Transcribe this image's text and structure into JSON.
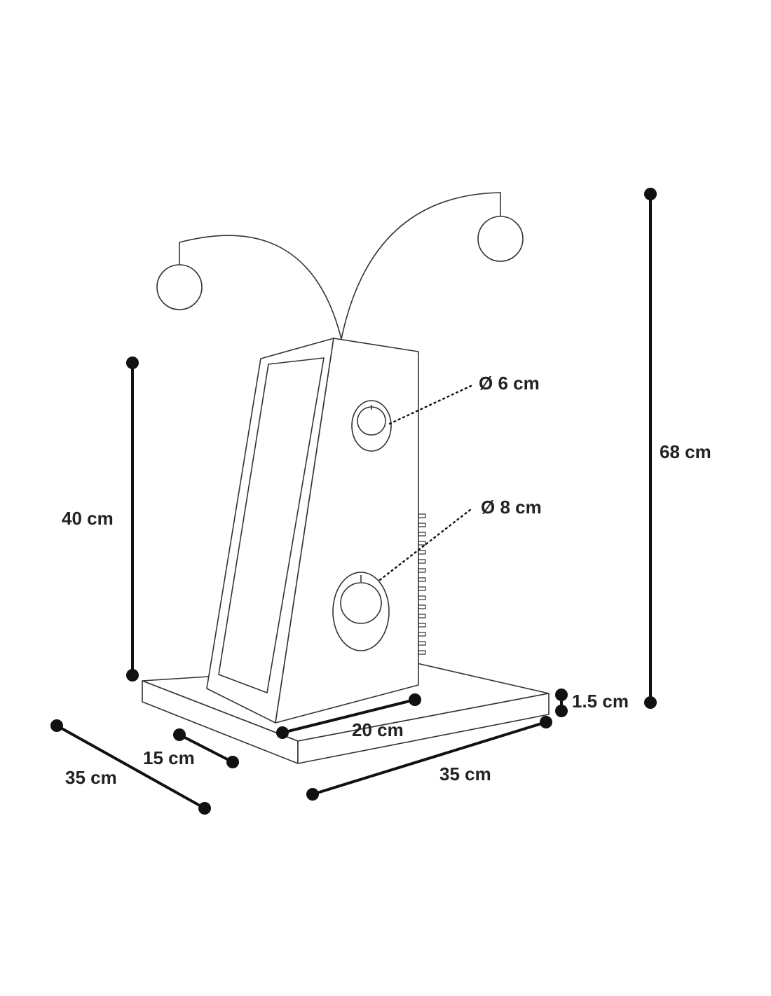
{
  "dimensions": {
    "total_height": "68 cm",
    "post_height": "40 cm",
    "hole_small": "Ø 6 cm",
    "hole_large": "Ø 8 cm",
    "base_thickness": "1.5 cm",
    "post_width": "20 cm",
    "post_depth": "15 cm",
    "base_depth": "35 cm",
    "base_width": "35 cm"
  },
  "colors": {
    "outline": "#333333",
    "dimension": "#111111",
    "text": "#222222",
    "background": "#ffffff"
  }
}
